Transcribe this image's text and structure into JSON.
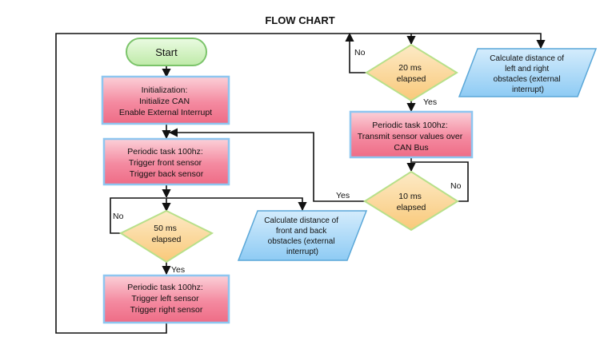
{
  "title": "FLOW CHART",
  "nodes": {
    "start": "Start",
    "init": [
      "Initialization:",
      "Initialize CAN",
      "Enable External Interrupt"
    ],
    "task_front_back": [
      "Periodic task 100hz:",
      "Trigger front sensor",
      "Trigger back sensor"
    ],
    "decision_50ms": [
      "50 ms",
      "elapsed"
    ],
    "calc_front_back": [
      "Calculate distance of",
      "front and back",
      "obstacles (external",
      "interrupt)"
    ],
    "task_left_right": [
      "Periodic task 100hz:",
      "Trigger left sensor",
      "Trigger right sensor"
    ],
    "decision_20ms": [
      "20 ms",
      "elapsed"
    ],
    "calc_left_right": [
      "Calculate distance of",
      "left and right",
      "obstacles (external",
      "interrupt)"
    ],
    "task_transmit": [
      "Periodic task 100hz:",
      "Transmit sensor values over",
      "CAN Bus"
    ],
    "decision_10ms": [
      "10 ms",
      "elapsed"
    ]
  },
  "edge_labels": {
    "no_50": "No",
    "yes_50": "Yes",
    "no_20": "No",
    "yes_20": "Yes",
    "yes_10": "Yes",
    "no_10": "No"
  },
  "colors": {
    "start_fill": "#c9f0b8",
    "start_stroke": "#7bc46a",
    "process_fill": "#f17d93",
    "process_glow": "#8ec6f0",
    "decision_fill": "#fbd79a",
    "decision_stroke": "#b8e08a",
    "data_fill": "#a9d8f8",
    "data_stroke": "#5aa7d8"
  }
}
